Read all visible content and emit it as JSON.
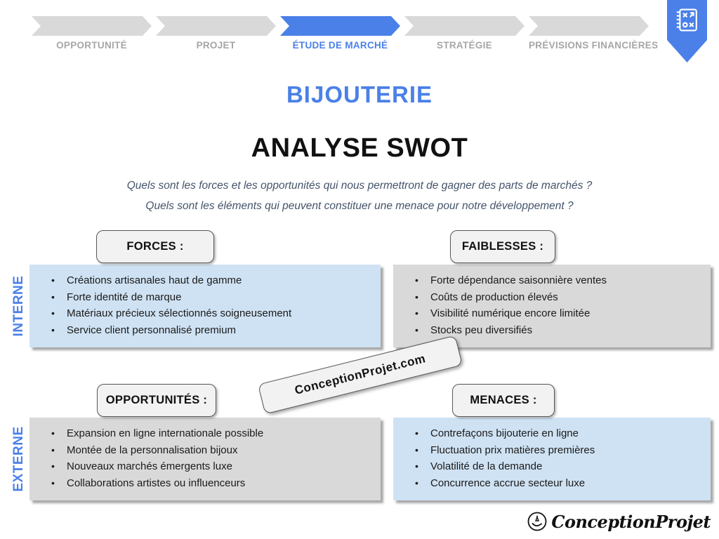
{
  "theme": {
    "accent": "#4a80e8",
    "chevron-gray": "#d9d9d9",
    "box-blue": "#cfe2f3",
    "box-gray": "#d9d9d9",
    "header-fill": "#f2f2f2",
    "muted-label": "#a6a6a6",
    "question-color": "#44546a"
  },
  "stepper": {
    "active_index": 2,
    "steps": [
      {
        "label": "OPPORTUNITÉ"
      },
      {
        "label": "PROJET"
      },
      {
        "label": "ÉTUDE DE MARCHÉ"
      },
      {
        "label": "STRATÉGIE"
      },
      {
        "label": "PRÉVISIONS FINANCIÈRES"
      }
    ]
  },
  "titles": {
    "sector": "BIJOUTERIE",
    "main": "ANALYSE SWOT"
  },
  "questions": [
    "Quels sont les forces et les opportunités qui nous permettront de gagner des parts de marchés ?",
    "Quels sont les éléments qui peuvent constituer une menace pour notre développement ?"
  ],
  "row_labels": {
    "internal": "INTERNE",
    "external": "EXTERNE"
  },
  "quadrants": {
    "forces": {
      "title": "FORCES :",
      "items": [
        "Créations artisanales haut de gamme",
        "Forte identité de marque",
        "Matériaux précieux sélectionnés soigneusement",
        "Service client personnalisé premium"
      ]
    },
    "faiblesses": {
      "title": "FAIBLESSES :",
      "items": [
        "Forte dépendance saisonnière ventes",
        "Coûts de production élevés",
        "Visibilité numérique encore limitée",
        "Stocks peu diversifiés"
      ]
    },
    "opportunites": {
      "title": "OPPORTUNITÉS :",
      "items": [
        "Expansion en ligne internationale possible",
        "Montée de la personnalisation bijoux",
        "Nouveaux marchés émergents luxe",
        "Collaborations artistes ou influenceurs"
      ]
    },
    "menaces": {
      "title": "MENACES :",
      "items": [
        "Contrefaçons bijouterie en ligne",
        "Fluctuation prix matières premières",
        "Volatilité de la demande",
        "Concurrence accrue secteur luxe"
      ]
    }
  },
  "watermark": {
    "text": "ConceptionProjet.com"
  },
  "footer_logo": {
    "text": "ConceptionProjet"
  },
  "icons": {
    "badge": "strategy-plan-icon",
    "footer": "hand-logo-icon"
  }
}
